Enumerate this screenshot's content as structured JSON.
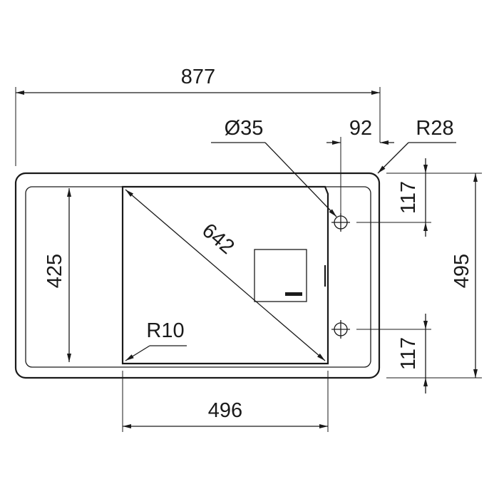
{
  "dimensions": {
    "overall_width": "877",
    "tap_hole_diameter": "Ø35",
    "tap_hole_offset": "92",
    "corner_radius_outer": "R28",
    "bowl_diagonal": "642",
    "bowl_height": "425",
    "inner_corner_radius": "R10",
    "bowl_width": "496",
    "overall_depth": "495",
    "hole_offset_top": "117",
    "hole_offset_bottom": "117"
  },
  "colors": {
    "line": "#1a1a1a",
    "background": "#ffffff"
  }
}
